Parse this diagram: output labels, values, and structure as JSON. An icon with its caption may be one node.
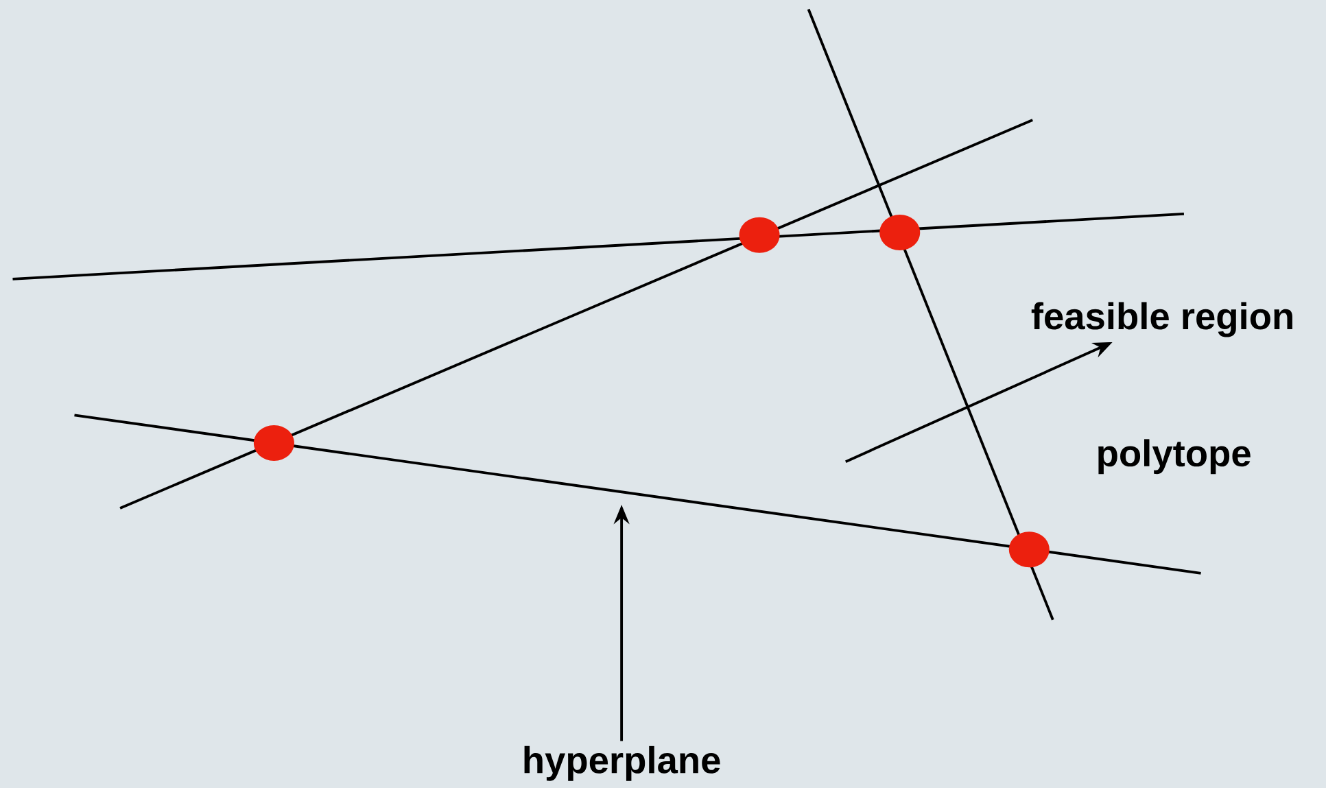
{
  "diagram": {
    "nodes": [
      {
        "text": [
          "feasible region"
        ]
      },
      {
        "text": [
          "hyperplane"
        ]
      }
    ],
    "edges": [
      {
        "from": null,
        "to": 0,
        "arrow": "to"
      },
      {
        "from": 1,
        "to": null,
        "arrow": "to"
      }
    ],
    "labels": [
      "polytope"
    ]
  }
}
